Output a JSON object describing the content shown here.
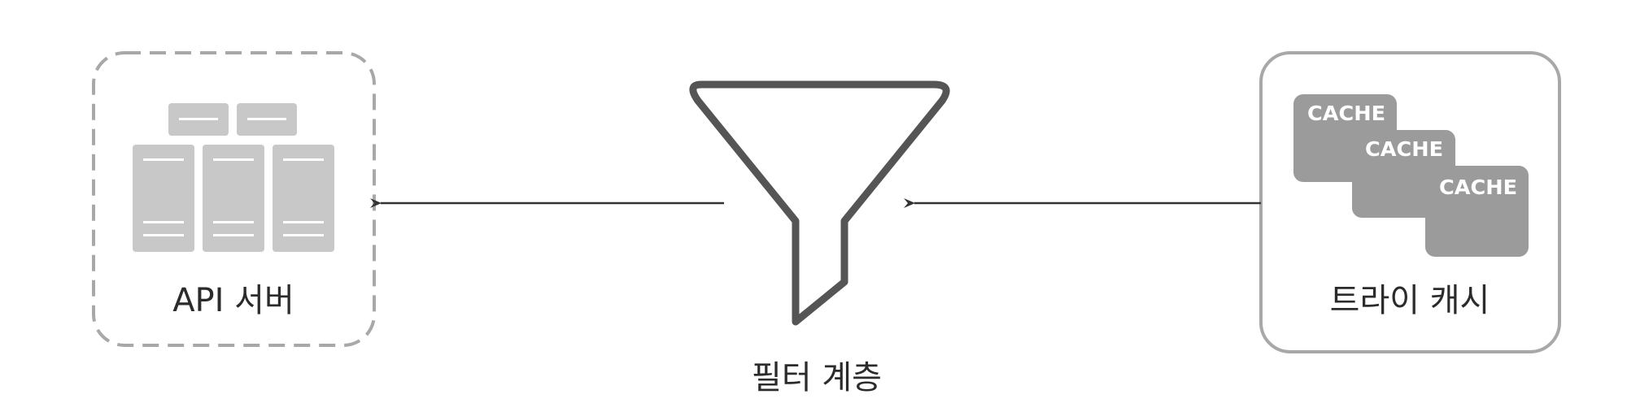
{
  "nodes": {
    "api_server": {
      "label": "API 서버"
    },
    "filter_layer": {
      "label": "필터 계층"
    },
    "trie_cache": {
      "label": "트라이 캐시"
    }
  },
  "cache_blocks": [
    {
      "label": "CACHE"
    },
    {
      "label": "CACHE"
    },
    {
      "label": "CACHE"
    }
  ],
  "colors": {
    "server_gray": "#c8c8c8",
    "cache_gray": "#9b9b9b",
    "funnel_stroke": "#555555",
    "border_gray": "#a8a8a8",
    "arrow": "#333333"
  }
}
